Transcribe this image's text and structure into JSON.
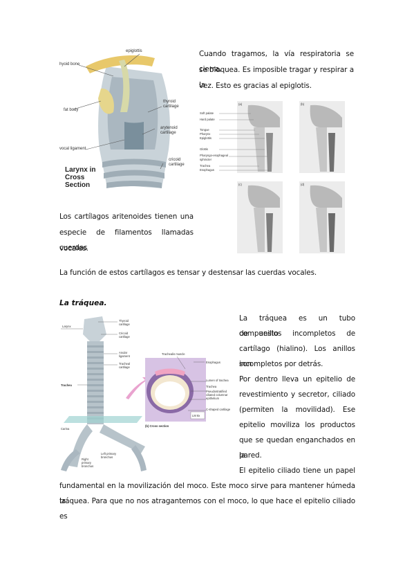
{
  "paragraph_epiglotis": [
    "Cuando tragamos, la vía respiratoria se cierra,",
    "se bloquea. Es imposible tragar y respirar a la",
    "vez. Esto es gracias al epiglotis."
  ],
  "paragraph_aritenoides": [
    "Los cartílagos aritenoides tienen una",
    "especie de filamentos llamadas cuerdas",
    "vocales."
  ],
  "paragraph_funcion": "La función de estos cartílagos es tensar y destensar las cuerdas vocales.",
  "section_title": "La tráquea.",
  "paragraph_traquea": [
    "La tráquea es un tubo compuesto",
    "de anillos incompletos de",
    "cartílago (hialino). Los anillos son",
    "incompletos por detrás.",
    "Por dentro lleva un epitelio de",
    "revestimiento y secretor, ciliado",
    "(permiten la movilidad). Ese",
    "epitelio moviliza los productos",
    "que se quedan enganchados en la",
    "pared.",
    "El epitelio ciliado tiene un papel"
  ],
  "paragraph_full": [
    "fundamental en la movilización del moco. Este moco sirve para mantener húmeda la",
    "tráquea. Para que no nos atragantemos con el moco, lo que hace el epitelio ciliado es"
  ],
  "figure_larynx": {
    "labels": {
      "epiglottis": "epiglottis",
      "hyoid": "hyoid bone",
      "thyroid": "thyroid",
      "thyroid2": "cartilage",
      "fat": "fat body",
      "arytenoid": "arytenoid",
      "arytenoid2": "cartilage",
      "vocal": "vocal ligament",
      "cricoid": "cricoid",
      "cricoid2": "cartilage",
      "title1": "Larynx in",
      "title2": "Cross",
      "title3": "Section"
    }
  },
  "figure_swallow": {
    "panels": [
      "(a)",
      "(b)",
      "(c)",
      "(d)"
    ],
    "labels": [
      "Soft palate",
      "Hard palate",
      "Tongue",
      "Pharynx",
      "Epiglottis",
      "Glottis",
      "Pharyngo-esophageal",
      "sphincter",
      "Trachea",
      "Esophagus"
    ]
  },
  "figure_trachea": {
    "labels": {
      "larynx": "Larynx",
      "thyroid": "Thyroid",
      "thyroid2": "cartilage",
      "cricoid": "Cricoid",
      "cricoid2": "cartilage",
      "anular": "Anular",
      "anular2": "ligament",
      "tracheal": "Tracheal",
      "tracheal2": "cartilage",
      "trachea": "Trachea",
      "carina": "Carina",
      "left": "Left primary",
      "left2": "bronchus",
      "right": "Right",
      "right2": "primary",
      "right3": "bronchus",
      "muscle": "Trachealis muscle",
      "esophagus": "Esophagus",
      "lumen": "Lumen of trachea",
      "trachea_s": "Trachea",
      "pseudo": "Pseudostratified",
      "pseudo2": "ciliated columnar",
      "pseudo3": "epithelium",
      "cshaped": "C-shaped cartilage",
      "cross": "(b) Cross section",
      "lm": "LM 8x"
    }
  }
}
